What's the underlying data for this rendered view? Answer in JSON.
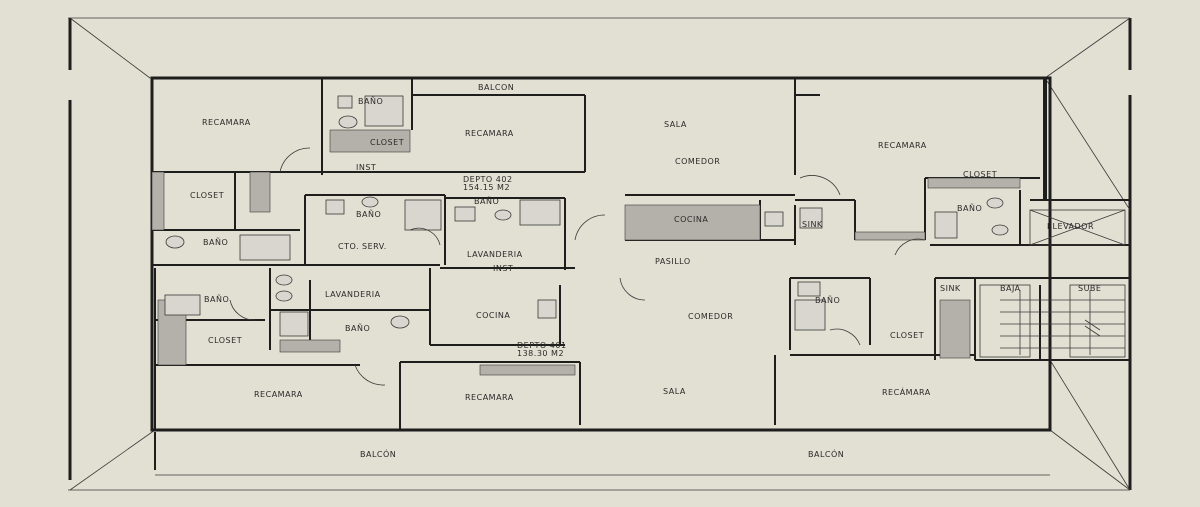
{
  "rooms": {
    "balcon_top": "BALCON",
    "bano_top_center": "BAÑO",
    "recamara_top_left": "RECAMARA",
    "recamara_top_center": "RECAMARA",
    "sala_top": "SALA",
    "recamara_top_right": "RECAMARA",
    "closet_top_center": "CLOSET",
    "inst_top": "INST",
    "comedor_top": "COMEDOR",
    "depto_402_name": "DEPTO 402",
    "depto_402_area": "154.15 M2",
    "closet_top_right": "CLOSET",
    "closet_left_top": "CLOSET",
    "bano_serv": "BAÑO",
    "bano_center_top": "BAÑO",
    "cocina_top": "COCINA",
    "bano_right_top": "BAÑO",
    "sink_top": "SINK",
    "bano_left_top": "BAÑO",
    "cto_serv": "CTO. SERV.",
    "lavanderia_top": "LAVANDERIA",
    "elevador": "ELEVADOR",
    "pasillo": "PASILLO",
    "inst_center": "INST",
    "bano_left_bottom": "BAÑO",
    "lavanderia_bottom": "LAVANDERIA",
    "sink_bottom": "SINK",
    "baja": "BAJA",
    "sube": "SUBE",
    "bano_right_bottom": "BAÑO",
    "bano_center_bottom": "BAÑO",
    "cocina_bottom": "COCINA",
    "comedor_bottom": "COMEDOR",
    "closet_left_bottom": "CLOSET",
    "closet_right_bottom": "CLOSET",
    "depto_401_name": "DEPTO 401",
    "depto_401_area": "138.30 M2",
    "recamara_bottom_left": "RECAMARA",
    "recamara_bottom_center": "RECAMARA",
    "sala_bottom": "SALA",
    "recamara_bottom_right": "RECÁMARA",
    "balcon_bottom_left": "BALCÓN",
    "balcon_bottom_right": "BALCÓN"
  }
}
